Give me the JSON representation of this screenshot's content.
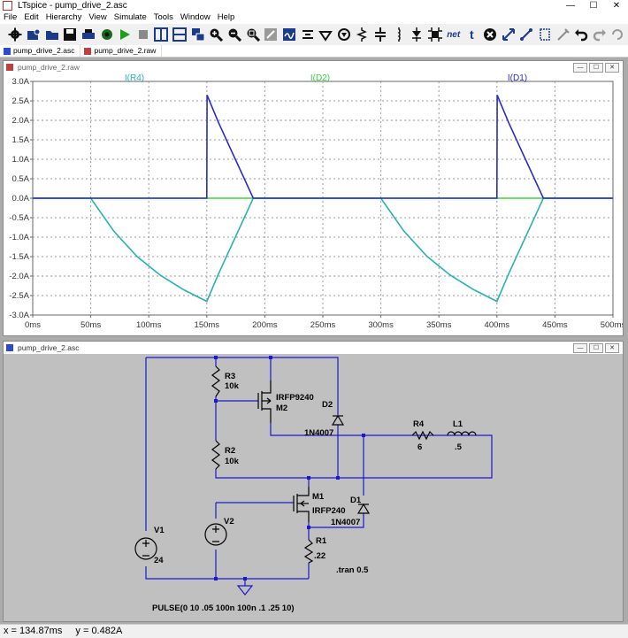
{
  "window": {
    "title": "LTspice - pump_drive_2.asc",
    "min_glyph": "—",
    "max_glyph": "☐",
    "close_glyph": "✕"
  },
  "menu": [
    "File",
    "Edit",
    "Hierarchy",
    "View",
    "Simulate",
    "Tools",
    "Window",
    "Help"
  ],
  "toolbar": {
    "icons": [
      "gear-icon",
      "open-icon",
      "folder-icon",
      "save-icon",
      "print-icon",
      "control-panel-icon",
      "run-icon",
      "stop-icon",
      "tile-horizontal-icon",
      "tile-vertical-icon",
      "cascade-icon",
      "zoom-in-icon",
      "zoom-out-icon",
      "zoom-fit-icon",
      "zoom-back-icon",
      "autorange-icon",
      "wire-icon",
      "ground-icon",
      "label-icon",
      "resistor-icon",
      "capacitor-icon",
      "inductor-icon",
      "diode-icon",
      "component-icon",
      "spice-directive-icon",
      "text-icon",
      "delete-icon",
      "move-icon",
      "drag-icon",
      "paste-icon",
      "copy-icon",
      "undo-icon",
      "redo-icon",
      "rotate-icon"
    ],
    "net_label": "net",
    "text_label": "t"
  },
  "tabs": [
    {
      "label": "pump_drive_2.asc"
    },
    {
      "label": "pump_drive_2.raw"
    }
  ],
  "waveform_window": {
    "title": "pump_drive_2.raw"
  },
  "schematic_window": {
    "title": "pump_drive_2.asc"
  },
  "chart_data": {
    "type": "line",
    "title": "",
    "xlabel": "",
    "ylabel": "",
    "xlim": [
      0,
      500
    ],
    "ylim": [
      -3.0,
      3.0
    ],
    "x_ticks": [
      "0ms",
      "50ms",
      "100ms",
      "150ms",
      "200ms",
      "250ms",
      "300ms",
      "350ms",
      "400ms",
      "450ms",
      "500ms"
    ],
    "y_ticks": [
      "3.0A",
      "2.5A",
      "2.0A",
      "1.5A",
      "1.0A",
      "0.5A",
      "0.0A",
      "-0.5A",
      "-1.0A",
      "-1.5A",
      "-2.0A",
      "-2.5A",
      "-3.0A"
    ],
    "grid": true,
    "legend": "top",
    "colors": {
      "I(R4)": "#2ab0b0",
      "I(D2)": "#3ed23e",
      "I(D1)": "#2a2ac8"
    },
    "series": [
      {
        "name": "I(R4)",
        "color": "#2ab0b0",
        "x": [
          0,
          50,
          70,
          90,
          110,
          130,
          150,
          160,
          170,
          180,
          190,
          200,
          250,
          300,
          320,
          340,
          360,
          380,
          400,
          410,
          420,
          430,
          440,
          450,
          500
        ],
        "y": [
          0,
          0,
          -0.85,
          -1.5,
          -1.98,
          -2.35,
          -2.65,
          -1.95,
          -1.3,
          -0.65,
          0,
          0,
          0,
          0,
          -0.85,
          -1.5,
          -1.98,
          -2.35,
          -2.65,
          -1.95,
          -1.3,
          -0.65,
          0,
          0,
          0
        ]
      },
      {
        "name": "I(D2)",
        "color": "#3ed23e",
        "x": [
          0,
          500
        ],
        "y": [
          0,
          0
        ]
      },
      {
        "name": "I(D1)",
        "color": "#2a2ac8",
        "x": [
          0,
          150,
          150.2,
          160,
          170,
          180,
          190,
          200,
          400,
          400.2,
          410,
          420,
          430,
          440,
          450,
          500
        ],
        "y": [
          0,
          0,
          2.65,
          1.95,
          1.3,
          0.65,
          0,
          0,
          0,
          2.65,
          1.95,
          1.3,
          0.65,
          0,
          0,
          0
        ]
      }
    ]
  },
  "schematic": {
    "R3": {
      "name": "R3",
      "value": "10k"
    },
    "R2": {
      "name": "R2",
      "value": "10k"
    },
    "R4": {
      "name": "R4",
      "value": "6"
    },
    "R1": {
      "name": "R1",
      "value": ".22"
    },
    "L1": {
      "name": "L1",
      "value": ".5"
    },
    "M2": {
      "name": "M2",
      "value": "IRFP9240"
    },
    "M1": {
      "name": "M1",
      "value": "IRFP240"
    },
    "D2": {
      "name": "D2",
      "value": "1N4007"
    },
    "D1": {
      "name": "D1",
      "value": "1N4007"
    },
    "V1": {
      "name": "V1",
      "value": "24"
    },
    "V2": {
      "name": "V2",
      "value": "PULSE(0 10 .05 100n 100n .1 .25 10)"
    },
    "directive": ".tran 0.5"
  },
  "status": {
    "x": "x = 134.87ms",
    "y": "y = 0.482A"
  }
}
